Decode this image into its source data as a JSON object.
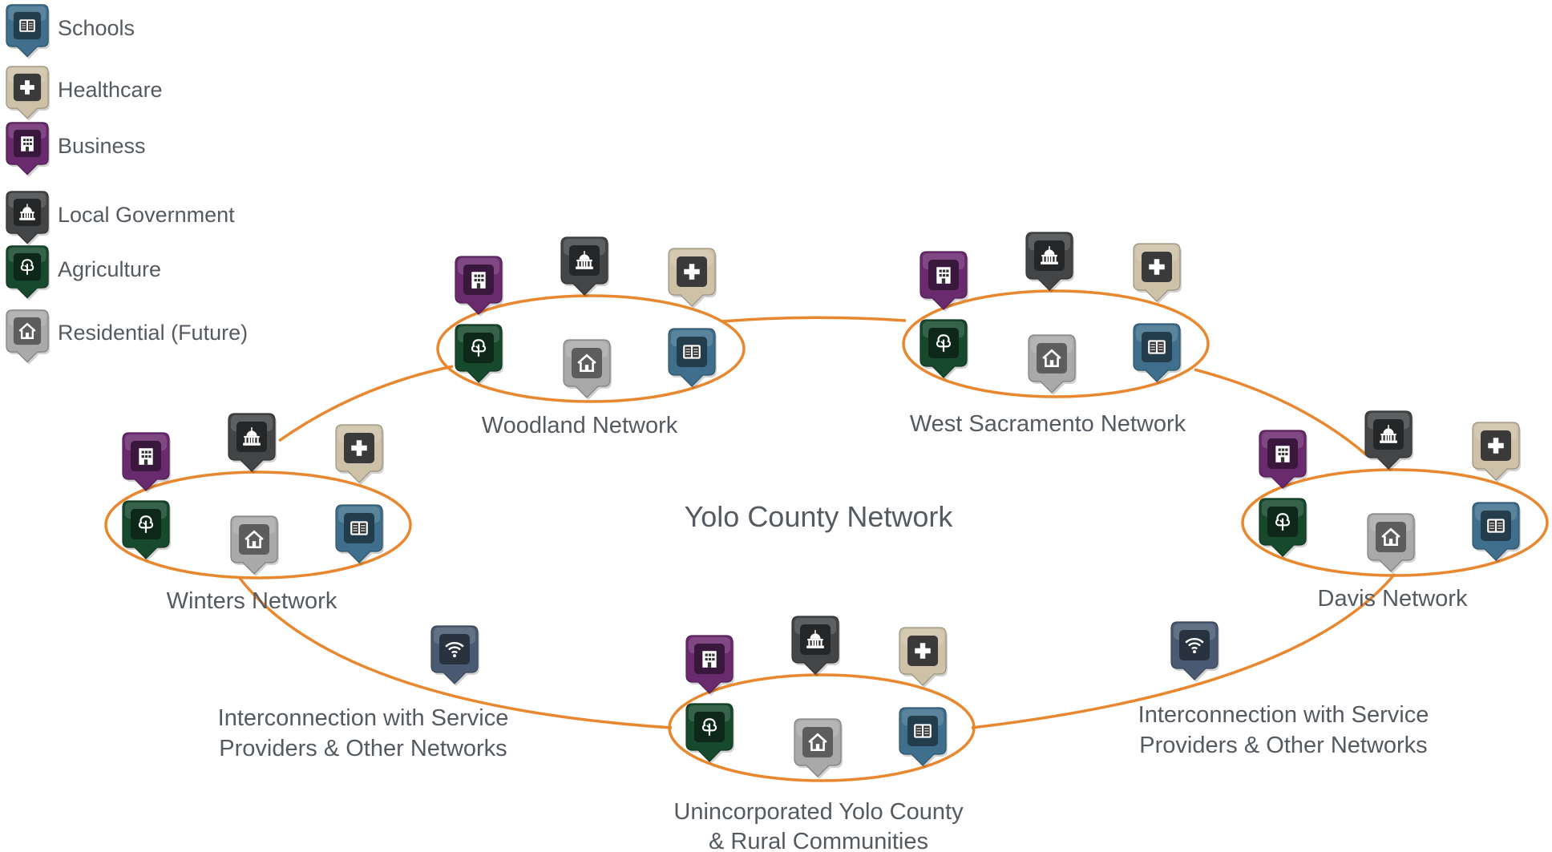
{
  "legend": [
    {
      "key": "school",
      "label": "Schools"
    },
    {
      "key": "health",
      "label": "Healthcare"
    },
    {
      "key": "business",
      "label": "Business"
    },
    {
      "key": "gov",
      "label": "Local Government"
    },
    {
      "key": "ag",
      "label": "Agriculture"
    },
    {
      "key": "res",
      "label": "Residential (Future)"
    }
  ],
  "center_title": "Yolo County Network",
  "networks": {
    "woodland": "Woodland Network",
    "westsac": "West Sacramento Network",
    "winters": "Winters Network",
    "davis": "Davis Network",
    "unincorporated_line1": "Unincorporated Yolo County",
    "unincorporated_line2": "& Rural Communities"
  },
  "interconnection": {
    "line1": "Interconnection with Service",
    "line2": "Providers & Other Networks"
  },
  "colors": {
    "school": "#3f6f8c",
    "health": "#cdc2a8",
    "business": "#6a2a6e",
    "gov": "#434547",
    "ag": "#17492d",
    "res": "#a9a9a9",
    "wifi": "#4a5a72",
    "ring": "#e8872e",
    "text": "#555a60"
  },
  "icons": {
    "school": "book-icon",
    "health": "plus-icon",
    "business": "building-icon",
    "gov": "capitol-icon",
    "ag": "tree-icon",
    "res": "house-icon",
    "wifi": "wifi-icon"
  }
}
